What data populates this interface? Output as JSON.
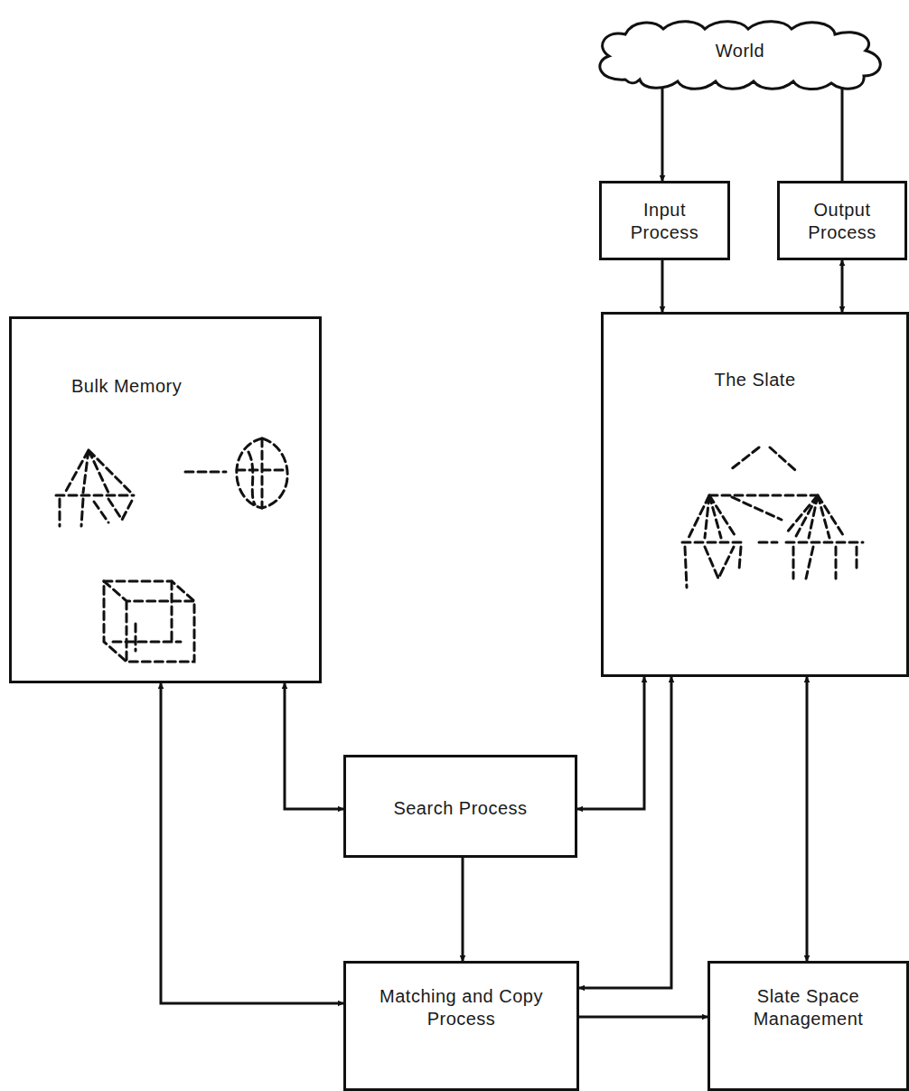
{
  "diagram": {
    "nodes": [
      {
        "text": [
          "World"
        ]
      },
      {
        "text": [
          "Input Process"
        ]
      },
      {
        "text": [
          "Output Process"
        ]
      },
      {
        "text": [
          "Bulk Memory"
        ]
      },
      {
        "text": [
          "The Slate"
        ]
      },
      {
        "text": [
          "Search Process"
        ]
      },
      {
        "text": [
          "Matching and Copy Process"
        ]
      },
      {
        "text": [
          "Slate Space Management"
        ]
      }
    ],
    "edges": [
      {
        "from": 0,
        "to": 1,
        "arrow": "to"
      },
      {
        "from": 2,
        "to": 0,
        "arrow": "to"
      },
      {
        "from": 1,
        "to": 4,
        "arrow": "to"
      },
      {
        "from": 2,
        "to": 4,
        "arrow": "both"
      },
      {
        "from": 3,
        "to": 6,
        "arrow": "both"
      },
      {
        "from": 3,
        "to": 5,
        "arrow": "both"
      },
      {
        "from": 4,
        "to": 5,
        "arrow": "both"
      },
      {
        "from": 5,
        "to": 6,
        "arrow": "to"
      },
      {
        "from": 4,
        "to": 6,
        "arrow": "both"
      },
      {
        "from": 4,
        "to": 7,
        "arrow": "both"
      },
      {
        "from": 6,
        "to": 7,
        "arrow": "to"
      }
    ]
  }
}
